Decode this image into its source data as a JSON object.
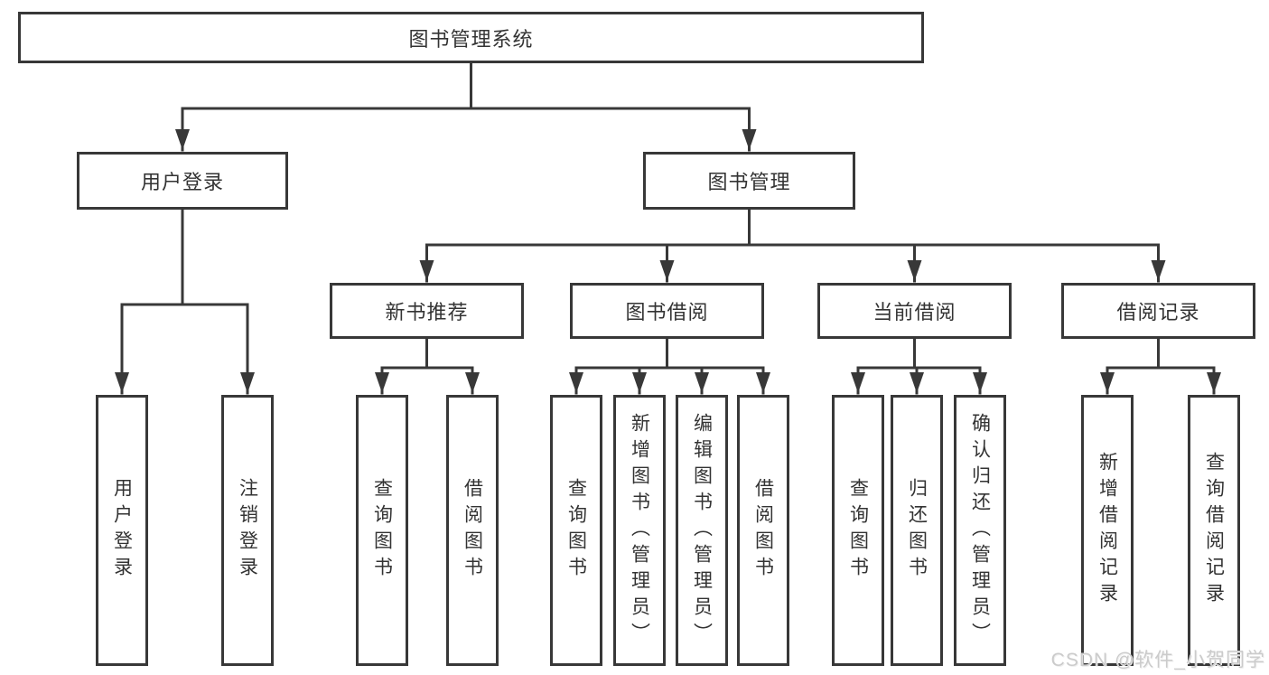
{
  "diagram": {
    "root": "图书管理系统",
    "level2": {
      "user_login": "用户登录",
      "book_mgmt": "图书管理"
    },
    "level3": {
      "new_books": "新书推荐",
      "book_borrow": "图书借阅",
      "current_borrow": "当前借阅",
      "borrow_records": "借阅记录"
    },
    "leaves": {
      "user_login": [
        "用户登录",
        "注销登录"
      ],
      "new_books": [
        "查询图书",
        "借阅图书"
      ],
      "book_borrow": [
        "查询图书",
        "新增图书（管理员）",
        "编辑图书（管理员）",
        "借阅图书"
      ],
      "current_borrow": [
        "查询图书",
        "归还图书",
        "确认归还（管理员）"
      ],
      "borrow_records": [
        "新增借阅记录",
        "查询借阅记录"
      ]
    }
  },
  "watermark": "CSDN @软件_小贺同学",
  "colors": {
    "line": "#383838",
    "text": "#333333",
    "background": "#ffffff",
    "watermark": "#cbcbcb"
  }
}
